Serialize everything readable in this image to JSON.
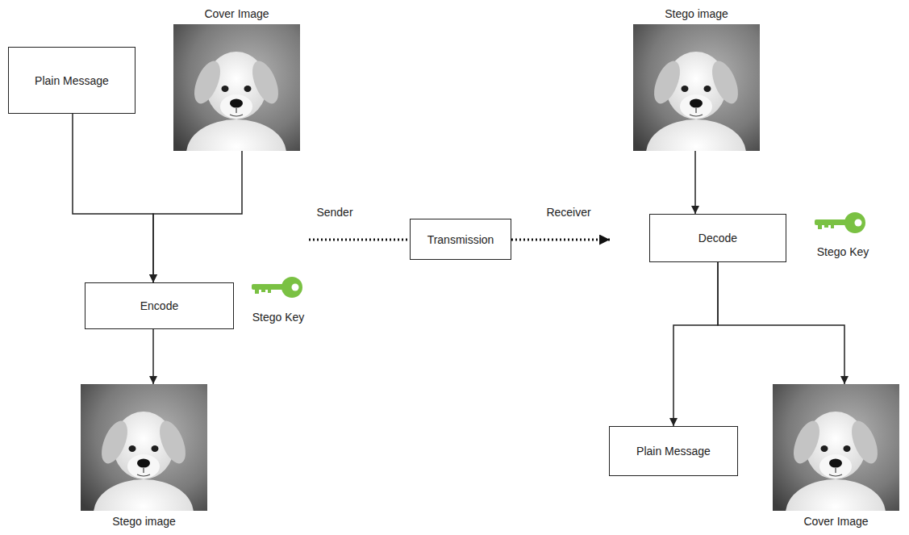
{
  "diagram": {
    "nodes": [
      {
        "text": [
          "Plain Message"
        ]
      },
      {
        "text": [
          "Cover Image"
        ]
      },
      {
        "text": [
          "Encode"
        ]
      },
      {
        "text": [
          "Stego image"
        ]
      },
      {
        "text": [
          "Transmission"
        ]
      },
      {
        "text": [
          "Stego image"
        ]
      },
      {
        "text": [
          "Decode"
        ]
      },
      {
        "text": [
          "Plain Message"
        ]
      },
      {
        "text": [
          "Cover Image"
        ]
      }
    ],
    "edges": [
      {
        "from": 0,
        "to": 2,
        "arrow": "to"
      },
      {
        "from": 1,
        "to": 2,
        "arrow": "to"
      },
      {
        "from": 2,
        "to": 3,
        "arrow": "to"
      },
      {
        "from": 5,
        "to": 6,
        "arrow": "to"
      },
      {
        "from": 6,
        "to": 7,
        "arrow": "to"
      },
      {
        "from": 6,
        "to": 8,
        "arrow": "to"
      }
    ],
    "labels": [
      "Stego Key",
      "Sender",
      "Receiver",
      "Stego Key"
    ]
  }
}
